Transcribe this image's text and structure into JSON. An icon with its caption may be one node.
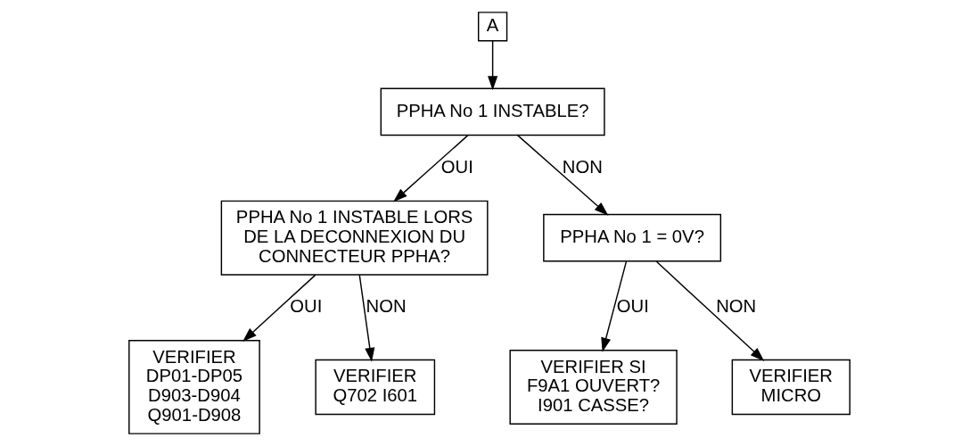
{
  "diagram": {
    "nodes": [
      {
        "text": [
          "A"
        ]
      },
      {
        "text": [
          "PPHA No 1 INSTABLE?"
        ]
      },
      {
        "text": [
          "PPHA No 1 INSTABLE LORS DE LA DECONNEXION DU CONNECTEUR PPHA?"
        ]
      },
      {
        "text": [
          "VERIFIER DP01-DP05 D903-D904 Q901-D908"
        ]
      },
      {
        "text": [
          "VERIFIER Q702 I601"
        ]
      },
      {
        "text": [
          "PPHA No 1 = 0V?"
        ]
      },
      {
        "text": [
          "VERIFIER SI F9A1 OUVERT? I901 CASSE?"
        ]
      },
      {
        "text": [
          "VERIFIER MICRO"
        ]
      }
    ],
    "edges": [
      {
        "from": 0,
        "to": 1,
        "arrow": "to"
      },
      {
        "from": 1,
        "to": 2,
        "arrow": "to",
        "label": "OUI"
      },
      {
        "from": 1,
        "to": 5,
        "arrow": "to",
        "label": "NON"
      },
      {
        "from": 2,
        "to": 3,
        "arrow": "to",
        "label": "OUI"
      },
      {
        "from": 2,
        "to": 4,
        "arrow": "to",
        "label": "NON"
      },
      {
        "from": 5,
        "to": 6,
        "arrow": "to",
        "label": "OUI"
      },
      {
        "from": 5,
        "to": 7,
        "arrow": "to",
        "label": "NON"
      }
    ]
  }
}
